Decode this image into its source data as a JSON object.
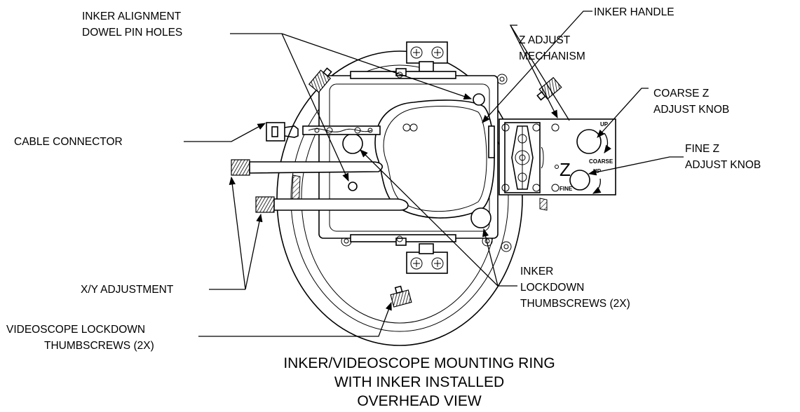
{
  "labels": {
    "inker_alignment_line1": "INKER ALIGNMENT",
    "inker_alignment_line2": "DOWEL PIN HOLES",
    "inker_handle": "INKER HANDLE",
    "z_adjust_line1": "Z ADJUST",
    "z_adjust_line2": "MECHANISM",
    "coarse_line1": "COARSE Z",
    "coarse_line2": "ADJUST KNOB",
    "fine_line1": "FINE Z",
    "fine_line2": "ADJUST KNOB",
    "cable_connector": "CABLE CONNECTOR",
    "xy_adjustment": "X/Y ADJUSTMENT",
    "inker_lockdown_line1": "INKER",
    "inker_lockdown_line2": "LOCKDOWN",
    "inker_lockdown_line3": "THUMBSCREWS (2X)",
    "videoscope_line1": "VIDEOSCOPE LOCKDOWN",
    "videoscope_line2": "THUMBSCREWS (2X)"
  },
  "part_markings": {
    "z": "Z",
    "coarse": "COARSE",
    "fine": "FINE",
    "up_coarse": "UP",
    "up_fine": "UP"
  },
  "caption": {
    "line1": "INKER/VIDEOSCOPE MOUNTING RING",
    "line2": "WITH INKER INSTALLED",
    "line3": "OVERHEAD VIEW"
  }
}
